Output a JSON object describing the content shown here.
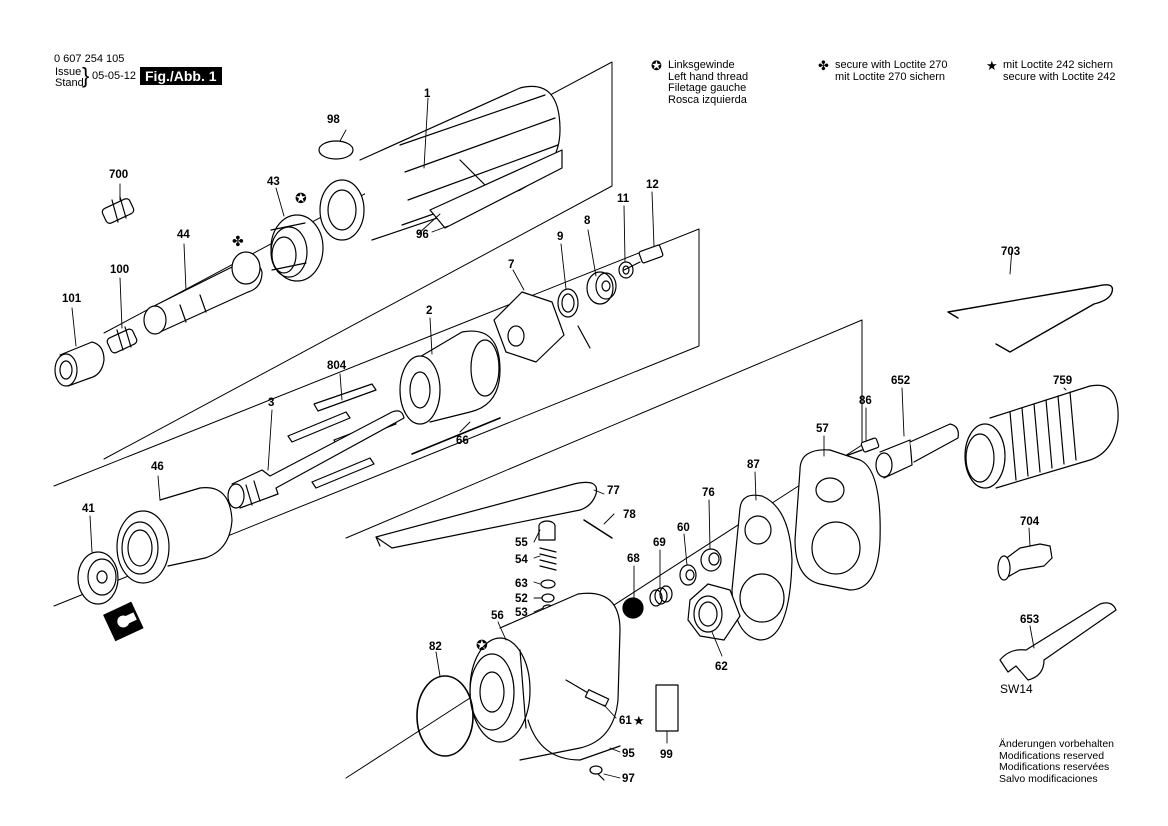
{
  "header": {
    "doc_number": "0 607 254 105",
    "issue_label": "Issue",
    "stand_label": "Stand",
    "date": "05-05-12",
    "fig_label": "Fig./Abb. 1"
  },
  "legend": [
    {
      "symbol": "✪",
      "icon": "left-hand-thread-icon",
      "lines": [
        "Linksgewinde",
        "Left hand thread",
        "Filetage gauche",
        "Rosca izquierda"
      ]
    },
    {
      "symbol": "✤",
      "icon": "loctite-270-icon",
      "lines": [
        "secure with Loctite 270",
        "mit Loctite 270 sichern"
      ]
    },
    {
      "symbol": "★",
      "icon": "loctite-242-icon",
      "lines": [
        "mit Loctite 242 sichern",
        "secure with Loctite 242"
      ]
    }
  ],
  "footer": [
    "Änderungen vorbehalten",
    "Modifications reserved",
    "Modifications reservées",
    "Salvo modificaciones"
  ],
  "wrench_size": "SW14",
  "parts": [
    {
      "id": "p1",
      "label": "1"
    },
    {
      "id": "p98",
      "label": "98"
    },
    {
      "id": "p700",
      "label": "700"
    },
    {
      "id": "p43",
      "label": "43"
    },
    {
      "id": "p44",
      "label": "44"
    },
    {
      "id": "p100",
      "label": "100"
    },
    {
      "id": "p101",
      "label": "101"
    },
    {
      "id": "p96",
      "label": "96"
    },
    {
      "id": "p12",
      "label": "12"
    },
    {
      "id": "p11",
      "label": "11"
    },
    {
      "id": "p8",
      "label": "8"
    },
    {
      "id": "p9",
      "label": "9"
    },
    {
      "id": "p7",
      "label": "7"
    },
    {
      "id": "p2",
      "label": "2"
    },
    {
      "id": "p804",
      "label": "804"
    },
    {
      "id": "p3",
      "label": "3"
    },
    {
      "id": "p66",
      "label": "66"
    },
    {
      "id": "p46",
      "label": "46"
    },
    {
      "id": "p41",
      "label": "41"
    },
    {
      "id": "p703",
      "label": "703"
    },
    {
      "id": "p652",
      "label": "652"
    },
    {
      "id": "p759",
      "label": "759"
    },
    {
      "id": "p86",
      "label": "86"
    },
    {
      "id": "p57",
      "label": "57"
    },
    {
      "id": "p87",
      "label": "87"
    },
    {
      "id": "p76",
      "label": "76"
    },
    {
      "id": "p77",
      "label": "77"
    },
    {
      "id": "p78",
      "label": "78"
    },
    {
      "id": "p55",
      "label": "55"
    },
    {
      "id": "p54",
      "label": "54"
    },
    {
      "id": "p63",
      "label": "63"
    },
    {
      "id": "p52",
      "label": "52"
    },
    {
      "id": "p53",
      "label": "53"
    },
    {
      "id": "p68",
      "label": "68"
    },
    {
      "id": "p69",
      "label": "69"
    },
    {
      "id": "p60",
      "label": "60"
    },
    {
      "id": "p704",
      "label": "704"
    },
    {
      "id": "p56",
      "label": "56"
    },
    {
      "id": "p82",
      "label": "82"
    },
    {
      "id": "p62",
      "label": "62"
    },
    {
      "id": "p653",
      "label": "653"
    },
    {
      "id": "p61",
      "label": "61"
    },
    {
      "id": "p95",
      "label": "95"
    },
    {
      "id": "p97",
      "label": "97"
    },
    {
      "id": "p99",
      "label": "99"
    }
  ]
}
